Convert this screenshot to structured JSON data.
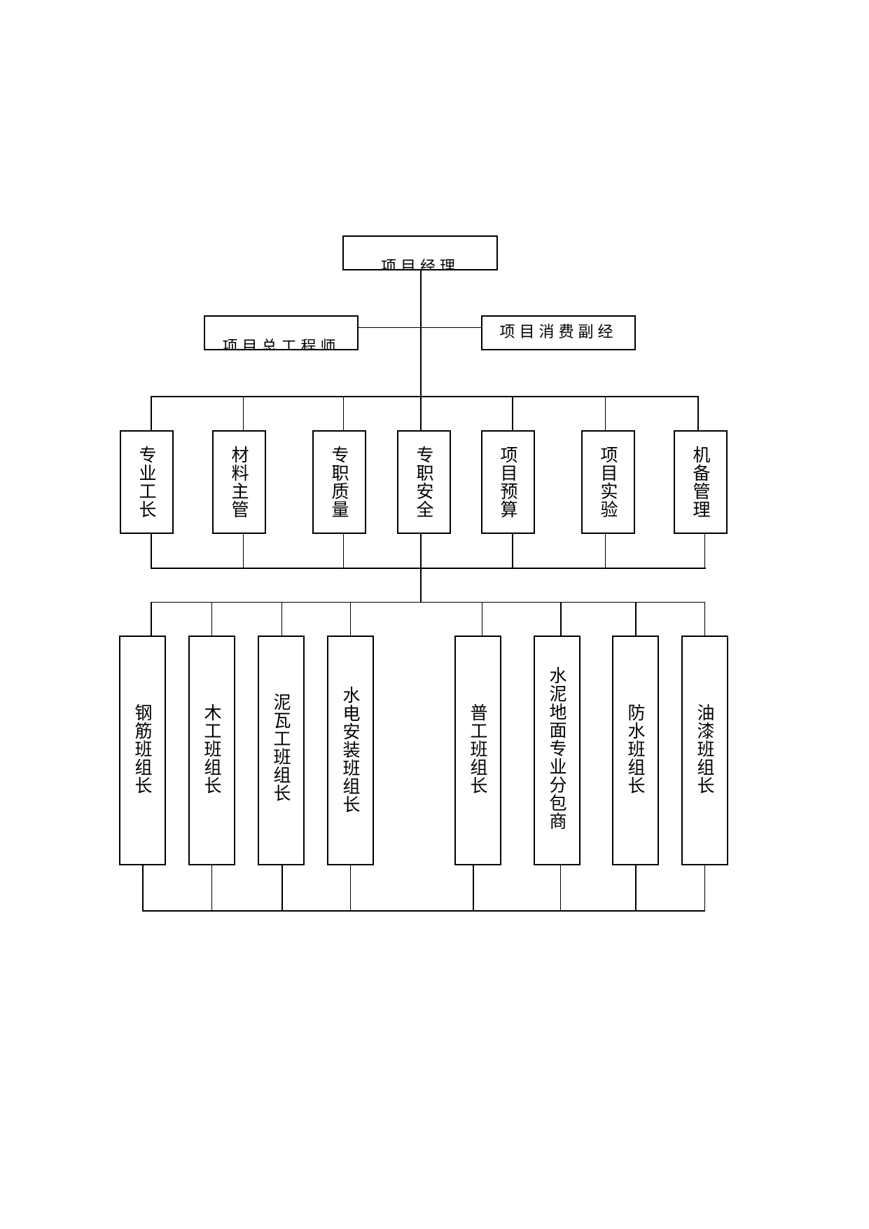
{
  "top": {
    "manager": "项目经理"
  },
  "deputies": {
    "chief_engineer": "项目总工程师",
    "deputy_manager": "项目消费副经"
  },
  "departments": [
    "专业工长",
    "材料主管",
    "专职质量",
    "专职安全",
    "项目预算",
    "项目实验",
    "机备管理"
  ],
  "teams": [
    "钢筋班组长",
    "木工班组长",
    "泥瓦工班组长",
    "水电安装班组长",
    "普工班组长",
    "水泥地面专业分包商",
    "防水班组长",
    "油漆班组长"
  ]
}
